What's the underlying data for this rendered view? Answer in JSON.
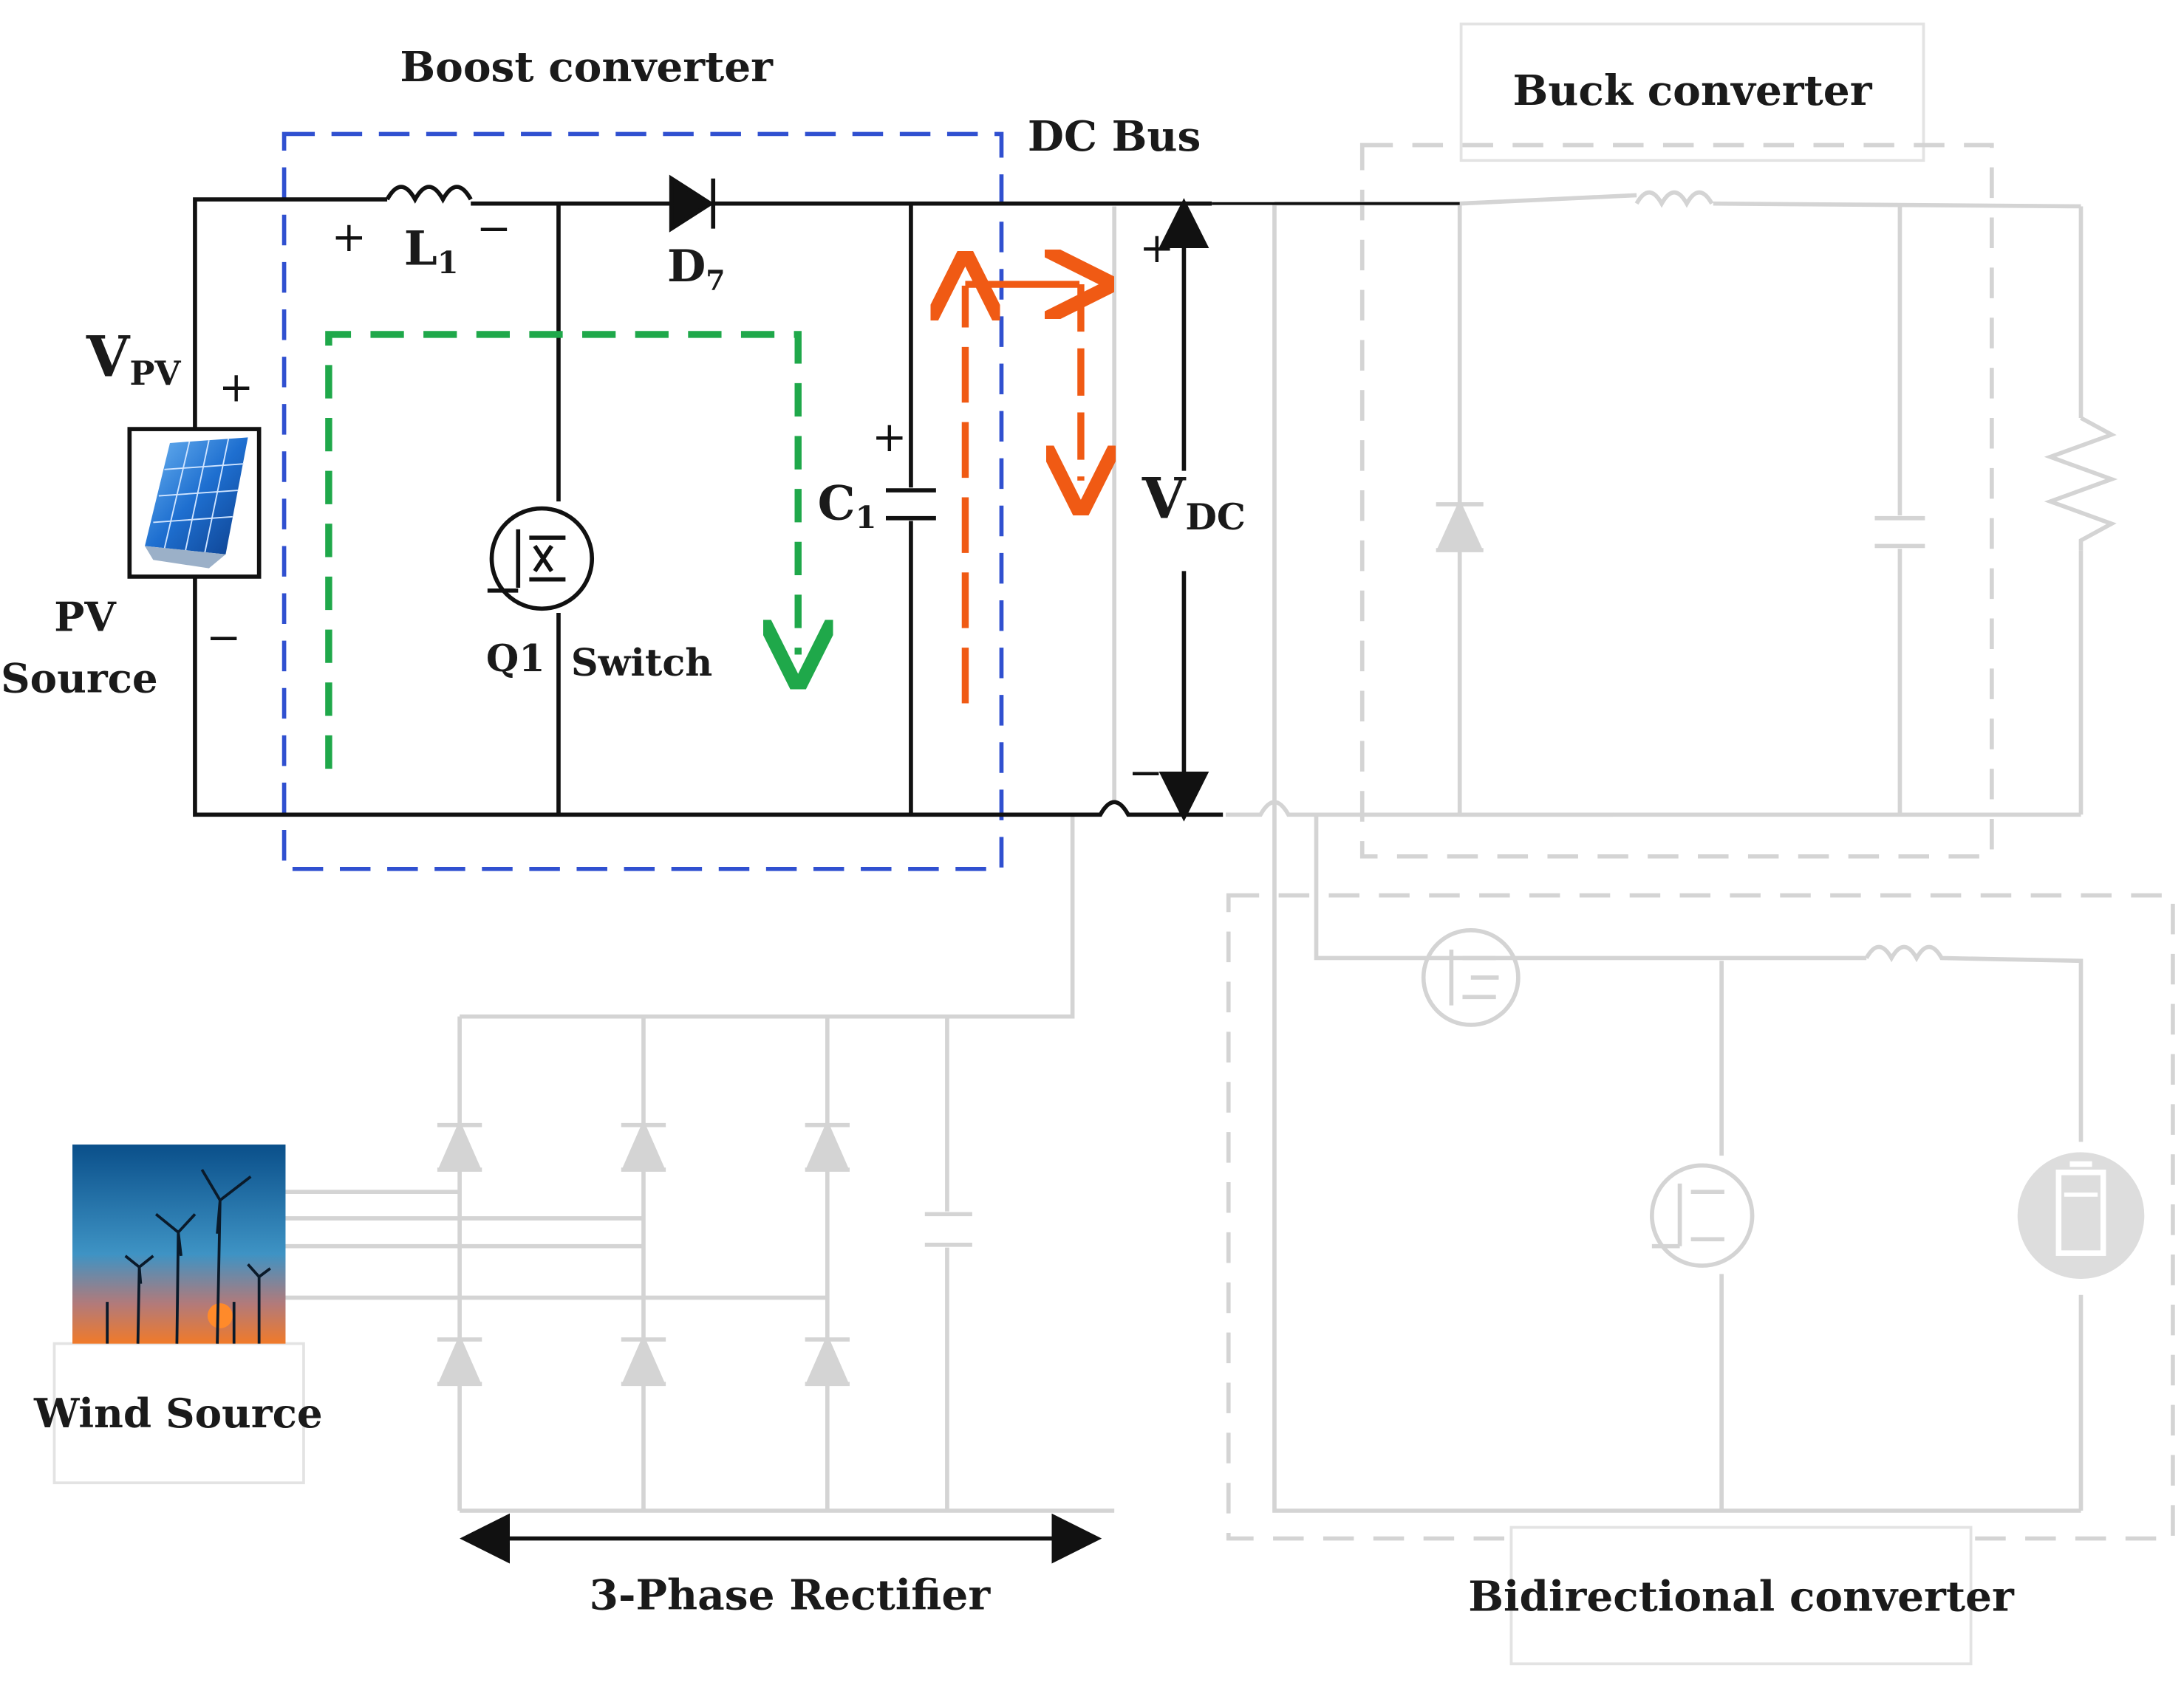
{
  "labels": {
    "boost_converter": "Boost converter",
    "dc_bus": "DC Bus",
    "buck_converter": "Buck converter",
    "vpv_main": "V",
    "vpv_sub": "PV",
    "pv_source_line1": "PV",
    "pv_source_line2": "Source",
    "l1_main": "L",
    "l1_sub": "1",
    "d7_main": "D",
    "d7_sub": "7",
    "q1": "Q1",
    "switch": "Switch",
    "c1_main": "C",
    "c1_sub": "1",
    "vdc_main": "V",
    "vdc_sub": "DC",
    "wind_source": "Wind Source",
    "three_phase_rectifier": "3-Phase Rectifier",
    "bidirectional_converter": "Bidirectional converter"
  },
  "signs": {
    "plus": "+",
    "minus": "−"
  },
  "colors": {
    "boost_box": "#3050d0",
    "charge_path": "#1fa84a",
    "discharge_path": "#f05a14",
    "active_wire": "#111111",
    "inactive_wire": "#d4d4d4",
    "battery_fill": "#dddddd"
  },
  "icons": {
    "pv_panel": "solar-panel-icon",
    "wind_turbines": "wind-turbine-photo-icon",
    "battery": "battery-icon",
    "switch": "igbt-switch-icon"
  }
}
